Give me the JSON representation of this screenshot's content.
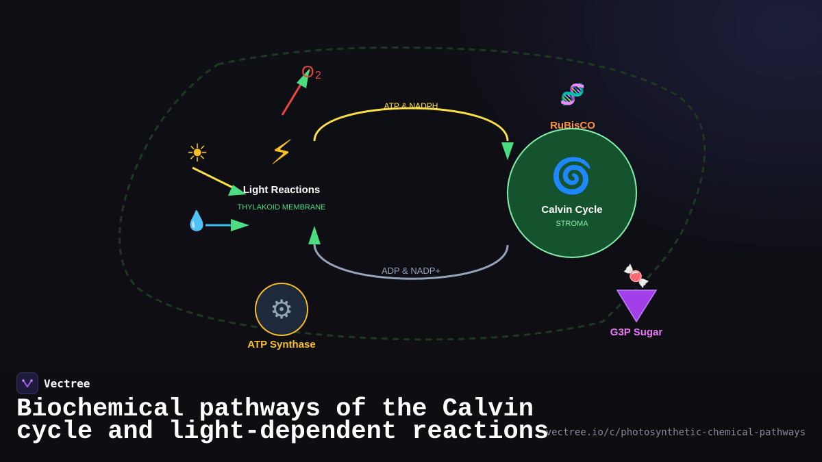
{
  "colors": {
    "background": "#0e0e14",
    "boundary": "#1f3a22",
    "green_arrow": "#4ade80",
    "yellow": "#fde047",
    "gray_arrow": "#94a3b8",
    "red": "#ef4444",
    "water_blue": "#38bdf8",
    "calvin_fill": "#14532d",
    "calvin_stroke": "#86efac",
    "atp_gold": "#fbbf24",
    "rubisco_orange": "#fb923c",
    "g3p_purple": "#a33ee8",
    "g3p_label": "#e879f9"
  },
  "diagram": {
    "oxygen": {
      "main": "O",
      "subscript": "2"
    },
    "sun_icon": "☀",
    "water_icon": "💧",
    "lightning_icon": "⚡",
    "light_reactions": {
      "title": "Light Reactions",
      "subtitle": "THYLAKOID MEMBRANE"
    },
    "atp_nadph_label": "ATP & NADPH",
    "adp_nadp_label": "ADP & NADP+",
    "calvin_cycle": {
      "icon": "🌀",
      "title": "Calvin Cycle",
      "subtitle": "STROMA"
    },
    "rubisco": {
      "icon": "🧬",
      "label": "RuBisCO"
    },
    "atp_synthase": {
      "icon": "⚙",
      "label": "ATP Synthase"
    },
    "g3p_sugar": {
      "icon": "🍬",
      "label": "G3P Sugar"
    }
  },
  "footer": {
    "brand": "Vectree",
    "title": "Biochemical pathways of the Calvin cycle and light-dependent reactions",
    "url": "vectree.io/c/photosynthetic-chemical-pathways"
  }
}
